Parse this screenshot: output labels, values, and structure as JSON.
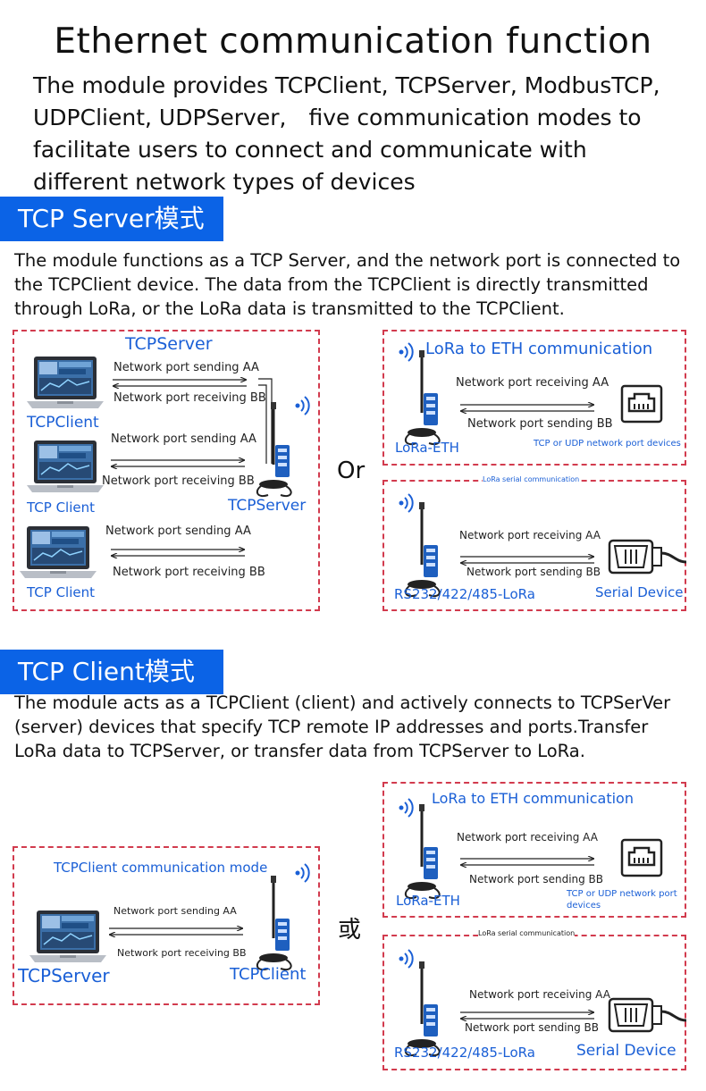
{
  "title": "Ethernet communication function",
  "intro": "The module provides TCPClient, TCPServer, ModbusTCP, UDPClient, UDPServer,　five communication modes to facilitate users to connect and communicate with different network types of devices",
  "server_section": {
    "banner": "TCP Server模式",
    "description": "The module functions as a TCP Server, and the network port is connected to the TCPClient device. The data from the TCPClient is directly transmitted through LoRa, or the LoRa data is transmitted to the TCPClient.",
    "left": {
      "heading": "TCPServer",
      "send_1": "Network port sending AA",
      "recv_1": "Network port receiving BB",
      "client_1": "TCPClient",
      "send_2": "Network port sending AA",
      "recv_2": "Network port receiving BB",
      "client_2": "TCP Client",
      "server_label": "TCPServer",
      "send_3": "Network port sending AA",
      "recv_3": "Network port receiving BB",
      "client_3": "TCP Client"
    },
    "or_label": "Or",
    "eth_box": {
      "title": "LoRa to ETH communication",
      "recv": "Network port receiving AA",
      "send": "Network port sending BB",
      "module_label": "LoRa-ETH",
      "device_label": "TCP or UDP network port devices"
    },
    "serial_box": {
      "caption": "LoRa serial communication",
      "recv": "Network port receiving AA",
      "send": "Network port sending BB",
      "module_label": "RS232/422/485-LoRa",
      "device_label": "Serial Device"
    }
  },
  "client_section": {
    "banner": "TCP Client模式",
    "description": "The module acts as a TCPClient (client) and actively connects to TCPSerVer (server) devices that specify TCP remote IP addresses and ports.Transfer LoRa data to TCPServer, or transfer data from TCPServer to LoRa.",
    "left": {
      "heading": "TCPClient communication mode",
      "send": "Network port sending AA",
      "recv": "Network port receiving BB",
      "server_label": "TCPServer",
      "client_label": "TCPClient"
    },
    "or_label": "或",
    "eth_box": {
      "title": "LoRa to ETH communication",
      "recv": "Network port receiving AA",
      "send": "Network port sending BB",
      "module_label": "LoRa-ETH",
      "device_label": "TCP or UDP network port devices"
    },
    "serial_box": {
      "caption": "LoRa serial communication",
      "recv": "Network port receiving AA",
      "send": "Network port sending BB",
      "module_label": "RS232/422/485-LoRa",
      "device_label": "Serial Device"
    }
  },
  "colors": {
    "accent": "#0b63e6",
    "label_blue": "#1a5fd6",
    "dashed_border": "#d23b4e"
  },
  "icons": {
    "laptop": "laptop-icon",
    "module": "lora-module-icon",
    "signal": "wireless-signal-icon",
    "ethernet": "ethernet-port-icon",
    "serial": "serial-connector-icon"
  }
}
